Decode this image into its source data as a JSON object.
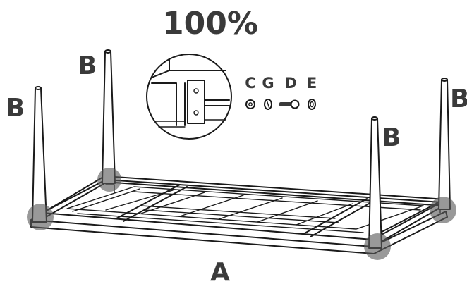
{
  "diagram": {
    "scale_label": "100%",
    "frame_label": "A",
    "leg_label": "B",
    "hardware_labels": [
      "C",
      "G",
      "D",
      "E"
    ]
  },
  "colors": {
    "line": "#1a1a1a",
    "label": "#3a3a3a",
    "highlight": "#5a5a5a"
  }
}
